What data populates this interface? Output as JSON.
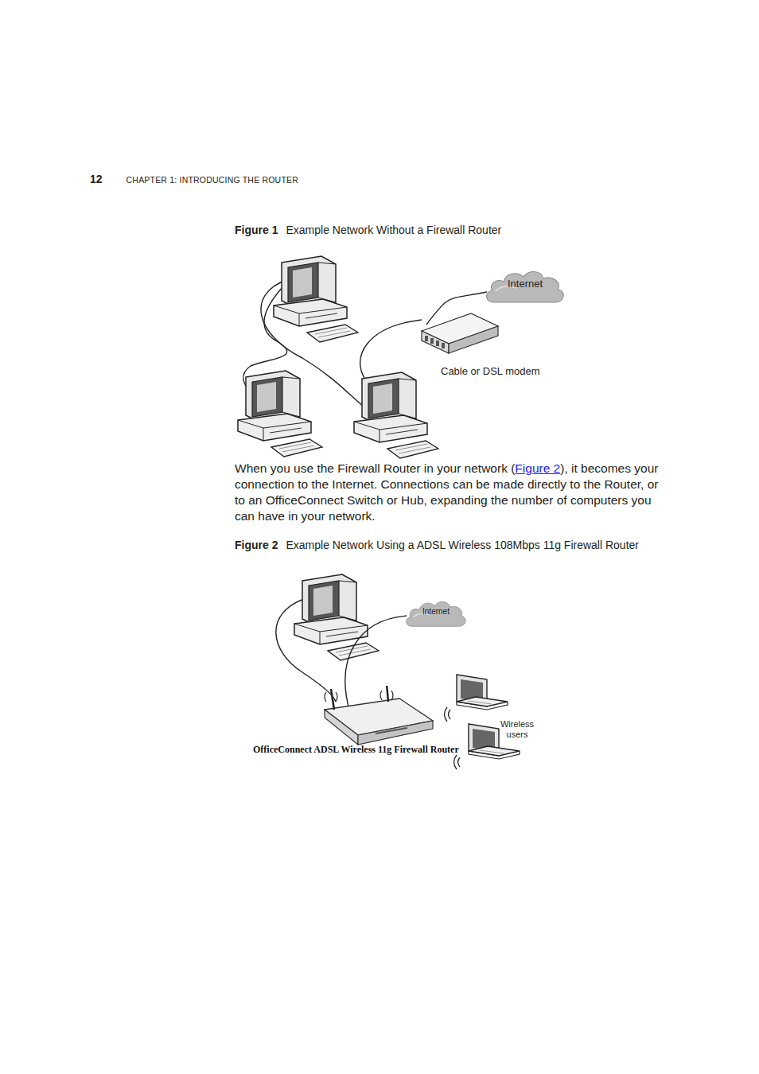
{
  "diagram": {
    "nodes": [
      {
        "text": [
          "Internet"
        ]
      },
      {
        "text": [
          "Cable or DSL modem"
        ]
      },
      {
        "text": [
          "Internet"
        ]
      },
      {
        "text": [
          "OfficeConnect ADSL Wireless 11g Firewall Router"
        ]
      }
    ],
    "edges": [
      {
        "from": 1,
        "to": 0,
        "arrow": "none"
      },
      {
        "from": 3,
        "to": 2,
        "arrow": "none"
      }
    ],
    "labels": [
      "12",
      "CHAPTER 1: INTRODUCING THE ROUTER",
      "Figure 1",
      "Example Network Without a Firewall Router",
      "When you use the Firewall Router in your network (",
      "Figure 2",
      "), it becomes your connection to the Internet. Connections can be made directly to the Router, or to an OfficeConnect Switch or Hub, expanding the number of computers you can have in your network.",
      "Figure 2",
      "Example Network Using a ADSL Wireless 108Mbps 11g Firewall Router",
      "Wireless users"
    ]
  }
}
